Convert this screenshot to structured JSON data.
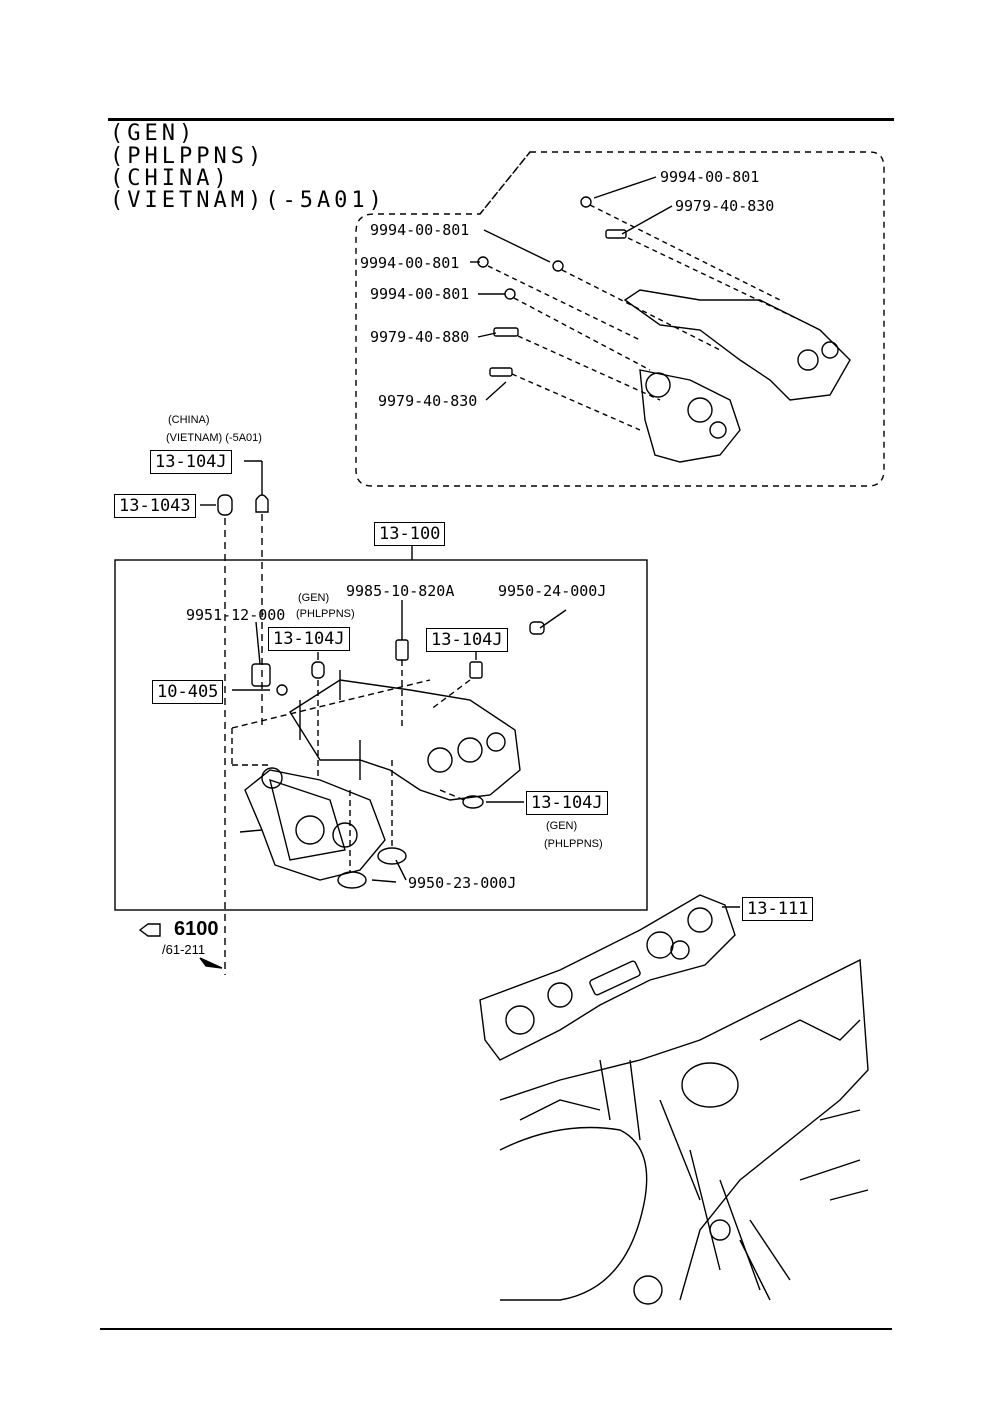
{
  "header": {
    "line1": "(GEN)",
    "line2": "(PHLPPNS)",
    "line3": "(CHINA)",
    "line4": "(VIETNAM)(-5A01)"
  },
  "detail_parts": {
    "p1": "9994-00-801",
    "p2": "9979-40-830",
    "p3": "9994-00-801",
    "p4": "9994-00-801",
    "p5": "9994-00-801",
    "p6": "9979-40-880",
    "p7": "9979-40-830"
  },
  "left_notes": {
    "china": "(CHINA)",
    "vietnam": "(VIETNAM) (-5A01)",
    "gen": "(GEN)",
    "phlppns": "(PHLPPNS)",
    "gen2": "(GEN)",
    "phlppns2": "(PHLPPNS)"
  },
  "boxes": {
    "b1": "13-104J",
    "b2": "13-1043",
    "b3": "13-100",
    "b4": "13-104J",
    "b5": "13-104J",
    "b6": "10-405",
    "b7": "13-104J",
    "b8": "13-111"
  },
  "part_labels": {
    "a": "9951-12-000",
    "b": "9985-10-820A",
    "c": "9950-24-000J",
    "d": "9950-23-000J"
  },
  "reference": {
    "page": "6100",
    "sub": "/61-211"
  }
}
